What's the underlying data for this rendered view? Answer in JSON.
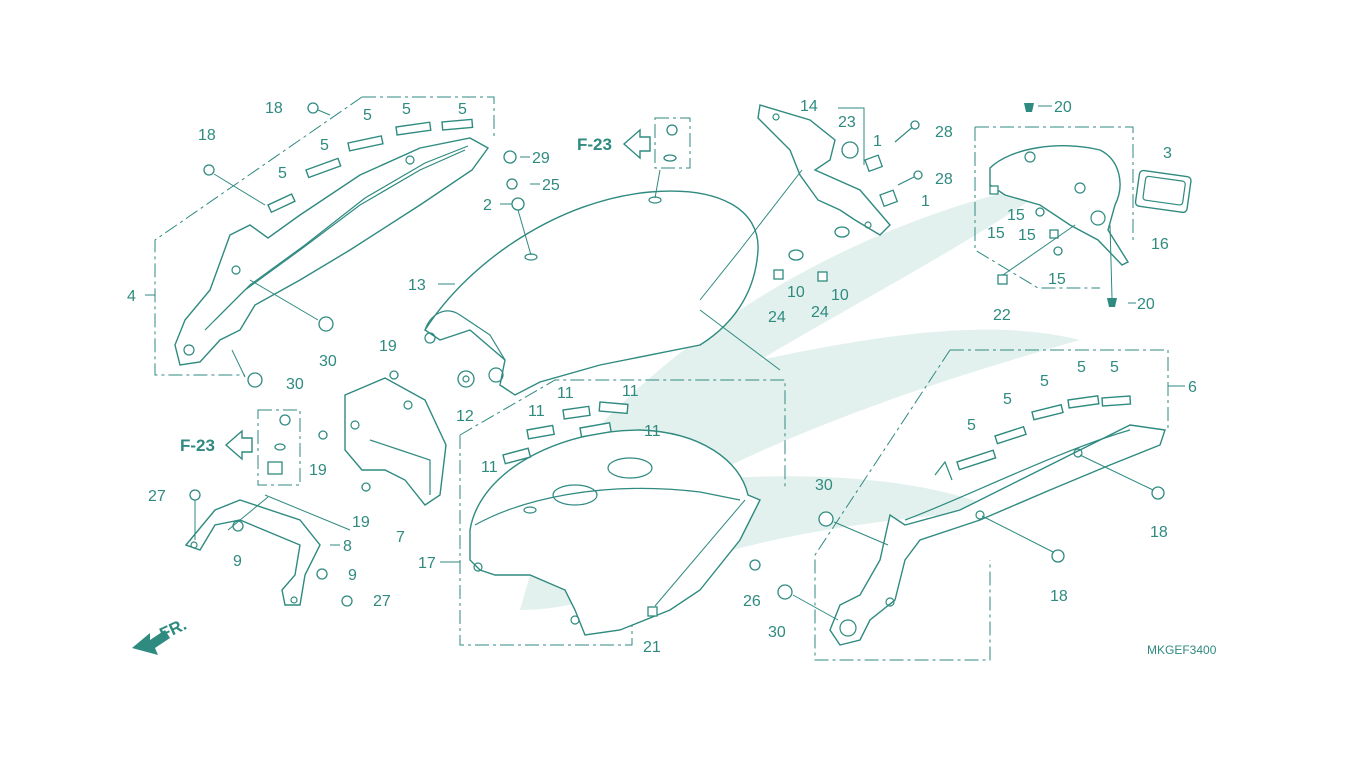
{
  "diagram_code": "MKGEF3400",
  "front_label": "FR.",
  "ref_label": "F-23",
  "accent_color": "#2f8a80",
  "parts": [
    {
      "id": "p1a",
      "num": "1"
    },
    {
      "id": "p1b",
      "num": "1"
    },
    {
      "id": "p2",
      "num": "2"
    },
    {
      "id": "p3",
      "num": "3"
    },
    {
      "id": "p4",
      "num": "4"
    },
    {
      "id": "p5a",
      "num": "5"
    },
    {
      "id": "p5b",
      "num": "5"
    },
    {
      "id": "p5c",
      "num": "5"
    },
    {
      "id": "p5d",
      "num": "5"
    },
    {
      "id": "p5e",
      "num": "5"
    },
    {
      "id": "p5f",
      "num": "5"
    },
    {
      "id": "p5g",
      "num": "5"
    },
    {
      "id": "p5h",
      "num": "5"
    },
    {
      "id": "p5i",
      "num": "5"
    },
    {
      "id": "p5j",
      "num": "5"
    },
    {
      "id": "p6",
      "num": "6"
    },
    {
      "id": "p7",
      "num": "7"
    },
    {
      "id": "p8",
      "num": "8"
    },
    {
      "id": "p9a",
      "num": "9"
    },
    {
      "id": "p9b",
      "num": "9"
    },
    {
      "id": "p10a",
      "num": "10"
    },
    {
      "id": "p10b",
      "num": "10"
    },
    {
      "id": "p11a",
      "num": "11"
    },
    {
      "id": "p11b",
      "num": "11"
    },
    {
      "id": "p11c",
      "num": "11"
    },
    {
      "id": "p11d",
      "num": "11"
    },
    {
      "id": "p11e",
      "num": "11"
    },
    {
      "id": "p12",
      "num": "12"
    },
    {
      "id": "p13",
      "num": "13"
    },
    {
      "id": "p14",
      "num": "14"
    },
    {
      "id": "p15a",
      "num": "15"
    },
    {
      "id": "p15b",
      "num": "15"
    },
    {
      "id": "p15c",
      "num": "15"
    },
    {
      "id": "p15d",
      "num": "15"
    },
    {
      "id": "p16",
      "num": "16"
    },
    {
      "id": "p17",
      "num": "17"
    },
    {
      "id": "p18a",
      "num": "18"
    },
    {
      "id": "p18b",
      "num": "18"
    },
    {
      "id": "p18c",
      "num": "18"
    },
    {
      "id": "p18d",
      "num": "18"
    },
    {
      "id": "p19a",
      "num": "19"
    },
    {
      "id": "p19b",
      "num": "19"
    },
    {
      "id": "p19c",
      "num": "19"
    },
    {
      "id": "p20a",
      "num": "20"
    },
    {
      "id": "p20b",
      "num": "20"
    },
    {
      "id": "p21",
      "num": "21"
    },
    {
      "id": "p22",
      "num": "22"
    },
    {
      "id": "p23",
      "num": "23"
    },
    {
      "id": "p24a",
      "num": "24"
    },
    {
      "id": "p24b",
      "num": "24"
    },
    {
      "id": "p25",
      "num": "25"
    },
    {
      "id": "p26",
      "num": "26"
    },
    {
      "id": "p27a",
      "num": "27"
    },
    {
      "id": "p27b",
      "num": "27"
    },
    {
      "id": "p28a",
      "num": "28"
    },
    {
      "id": "p28b",
      "num": "28"
    },
    {
      "id": "p29",
      "num": "29"
    },
    {
      "id": "p30a",
      "num": "30"
    },
    {
      "id": "p30b",
      "num": "30"
    },
    {
      "id": "p30c",
      "num": "30"
    },
    {
      "id": "p30d",
      "num": "30"
    }
  ]
}
